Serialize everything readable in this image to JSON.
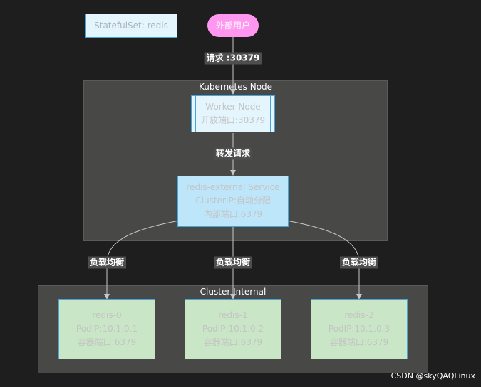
{
  "statefulset_label": "StatefulSet: redis",
  "external_user": "外部用户",
  "edges": {
    "request": "请求 :30379",
    "forward": "转发请求",
    "lb_left": "负载均衡",
    "lb_mid": "负载均衡",
    "lb_right": "负载均衡"
  },
  "k8s_node": {
    "title": "Kubernetes Node",
    "worker": {
      "line1": "Worker Node",
      "line2": "开放端口:30379"
    },
    "service": {
      "line1": "redis-external Service",
      "line2": "ClusterIP:自动分配",
      "line3": "内部端口:6379"
    }
  },
  "cluster_internal": {
    "title": "Cluster Internal",
    "pods": [
      {
        "name": "redis-0",
        "ip": "PodIP:10.1.0.1",
        "port": "容器端口:6379"
      },
      {
        "name": "redis-1",
        "ip": "PodIP:10.1.0.2",
        "port": "容器端口:6379"
      },
      {
        "name": "redis-2",
        "ip": "PodIP:10.1.0.3",
        "port": "容器端口:6379"
      }
    ]
  },
  "watermark": "CSDN @skyQAQLinux",
  "colors": {
    "background": "#1e1e1e",
    "cluster_fill": "#484847",
    "statefulset_fill": "#e5f5fd",
    "external_user_fill": "#ff97f0",
    "worker_fill": "#e5f5fd",
    "service_fill": "#bde6fb",
    "pod_fill": "#c9e6c6",
    "stroke": "#4aa3d8",
    "edge": "#c8c8c8"
  }
}
